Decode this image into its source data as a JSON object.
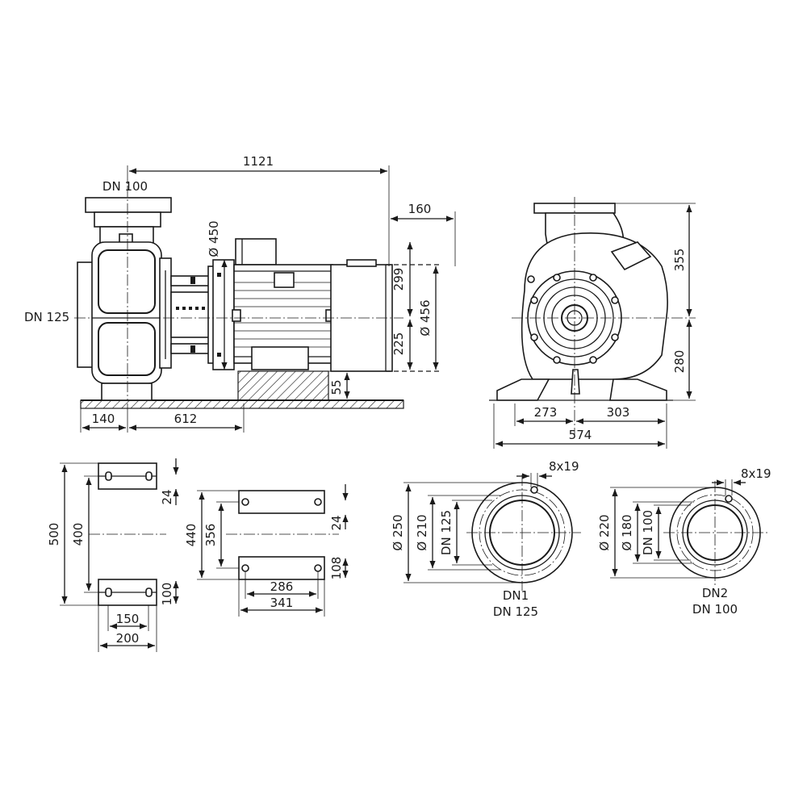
{
  "dims": {
    "d1121": "1121",
    "d160": "160",
    "dn100_top": "DN 100",
    "dn125_side": "DN 125",
    "phi450": "Ø 450",
    "d299": "299",
    "d225": "225",
    "phi456": "Ø 456",
    "d55": "55",
    "d140": "140",
    "d612": "612",
    "d355": "355",
    "d280": "280",
    "d273": "273",
    "d303": "303",
    "d574": "574",
    "d500": "500",
    "d400": "400",
    "d24a": "24",
    "d100": "100",
    "d150": "150",
    "d200": "200",
    "d440": "440",
    "d356": "356",
    "d24b": "24",
    "d108": "108",
    "d286": "286",
    "d341": "341",
    "f1_bolts": "8x19",
    "f1_phi250": "Ø 250",
    "f1_phi210": "Ø 210",
    "f1_dn125": "DN 125",
    "f1_name": "DN1",
    "f1_size": "DN 125",
    "f2_bolts": "8x19",
    "f2_phi220": "Ø 220",
    "f2_phi180": "Ø 180",
    "f2_dn100": "DN 100",
    "f2_name": "DN2",
    "f2_size": "DN 100"
  }
}
